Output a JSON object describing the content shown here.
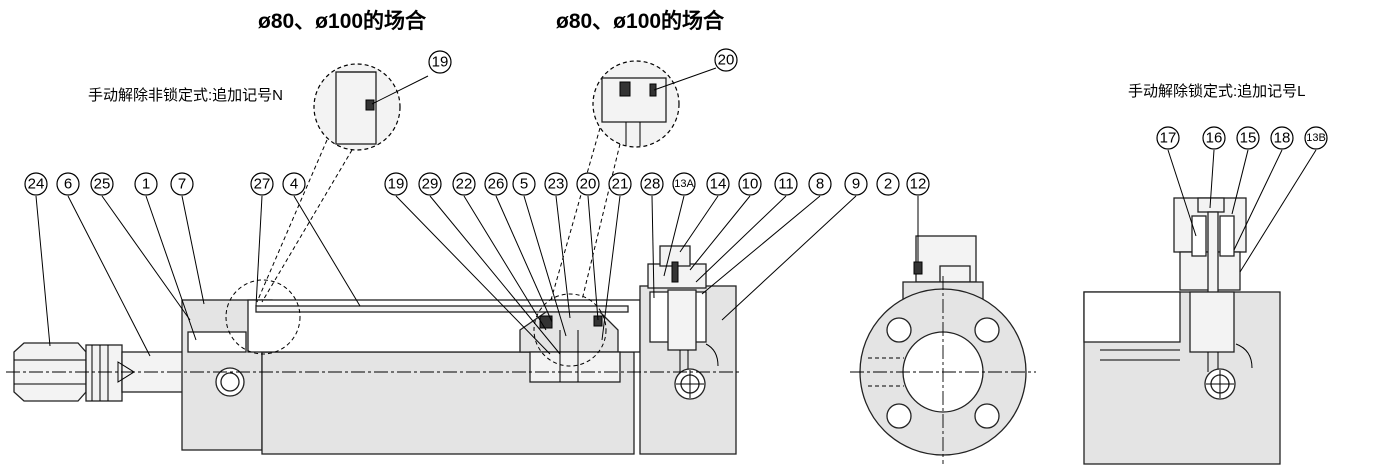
{
  "captions": {
    "detail_left": "ø80、ø100的场合",
    "detail_right": "ø80、ø100的场合",
    "manual_non_lock": "手动解除非锁定式:追加记号N",
    "manual_lock": "手动解除锁定式:追加记号L"
  },
  "part_numbers": {
    "p24": "24",
    "p6": "6",
    "p25": "25",
    "p1": "1",
    "p7": "7",
    "p27": "27",
    "p4": "4",
    "p19a": "19",
    "p29": "29",
    "p22": "22",
    "p26": "26",
    "p5": "5",
    "p23": "23",
    "p20a": "20",
    "p21": "21",
    "p28": "28",
    "p13a": "13A",
    "p14": "14",
    "p10": "10",
    "p11": "11",
    "p8": "8",
    "p9": "9",
    "p2": "2",
    "p12": "12",
    "p19b": "19",
    "p20b": "20",
    "p17": "17",
    "p16": "16",
    "p15": "15",
    "p18": "18",
    "p13b": "13B"
  }
}
